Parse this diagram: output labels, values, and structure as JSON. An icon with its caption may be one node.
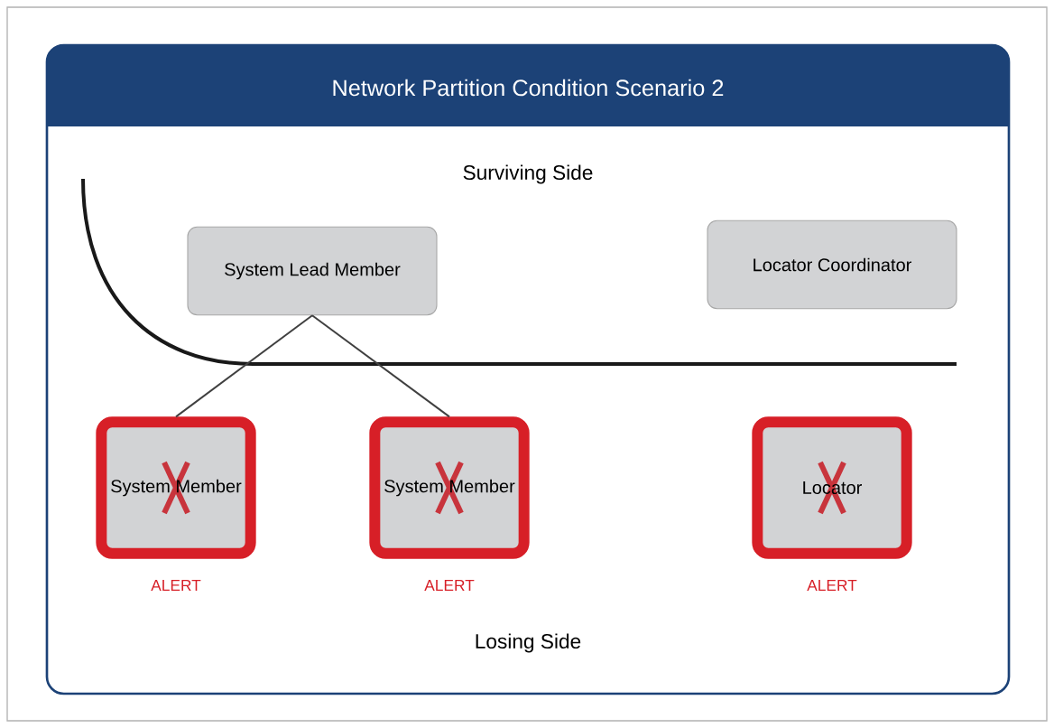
{
  "diagram": {
    "title": "Network Partition Condition Scenario 2",
    "nodes": [
      {
        "text": [
          "System Lead Member"
        ]
      },
      {
        "text": [
          "Locator Coordinator"
        ]
      },
      {
        "text": [
          "System Member"
        ],
        "beside": [
          "ALERT"
        ]
      },
      {
        "text": [
          "System Member"
        ],
        "beside": [
          "ALERT"
        ]
      },
      {
        "text": [
          "Locator"
        ],
        "beside": [
          "ALERT"
        ]
      }
    ],
    "edges": [
      {
        "from": 0,
        "to": 2,
        "arrow": "none"
      },
      {
        "from": 0,
        "to": 3,
        "arrow": "none"
      }
    ],
    "labels": [
      "Surviving Side",
      "Losing Side"
    ]
  }
}
